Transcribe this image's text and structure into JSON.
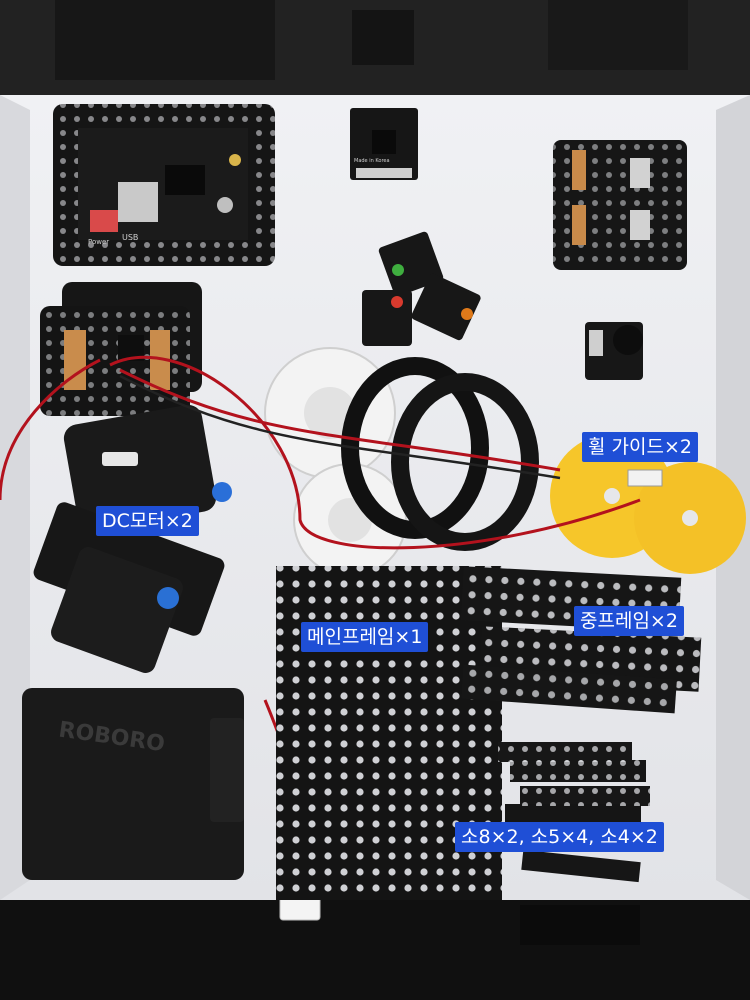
{
  "labels": {
    "wheel_guide": "휠 가이드×2",
    "dc_motor": "DC모터×2",
    "main_frame": "메인프레임×1",
    "mid_frame": "중프레임×2",
    "small_frames": "소8×2, 소5×4, 소4×2"
  },
  "printed_text": {
    "battery_logo": "ROBORO",
    "board_usb": "USB",
    "board_power": "Power",
    "module_made_in": "Made in Korea"
  },
  "colors": {
    "label_bg": "#1f4fd6",
    "box_floor": "#e9eaee",
    "pcb": "#151515",
    "wheel_guide": "#f6c62a",
    "wheel_white": "#f2f2f2"
  }
}
